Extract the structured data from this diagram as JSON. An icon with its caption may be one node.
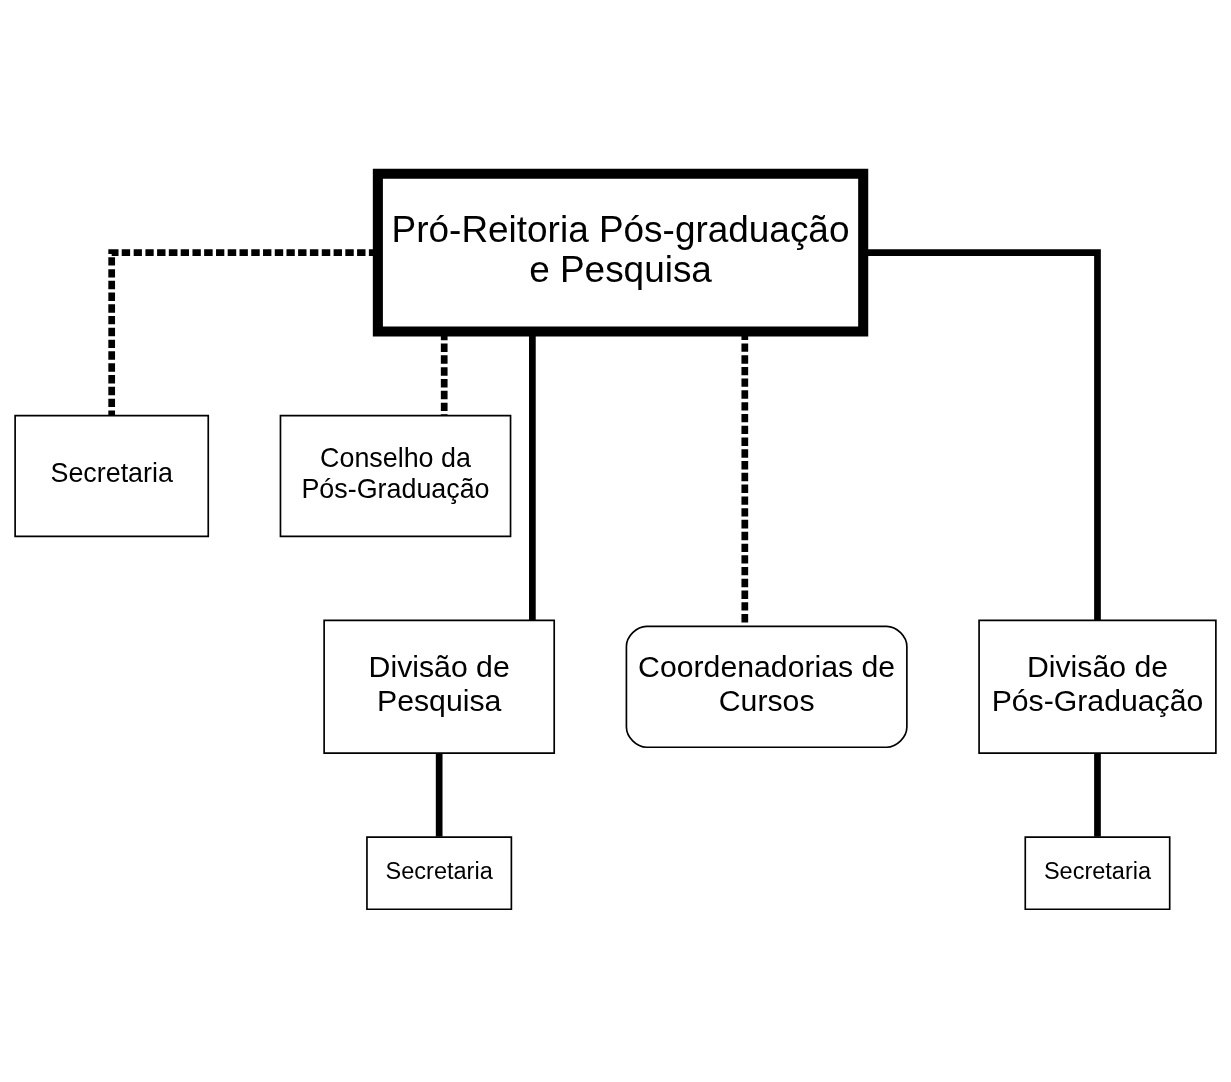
{
  "diagram": {
    "nodes": [
      {
        "text": [
          "Pró-Reitoria Pós-graduação e Pesquisa"
        ]
      },
      {
        "text": [
          "Secretaria"
        ]
      },
      {
        "text": [
          "Conselho da Pós-Graduação"
        ]
      },
      {
        "text": [
          "Divisão de Pesquisa"
        ]
      },
      {
        "text": [
          "Coordenadorias de Cursos"
        ]
      },
      {
        "text": [
          "Divisão de Pós-Graduação"
        ]
      },
      {
        "text": [
          "Secretaria"
        ]
      },
      {
        "text": [
          "Secretaria"
        ]
      }
    ],
    "edges": [
      {
        "from": 0,
        "to": 1,
        "arrow": "none",
        "style": "dashed"
      },
      {
        "from": 0,
        "to": 2,
        "arrow": "none",
        "style": "dashed"
      },
      {
        "from": 0,
        "to": 3,
        "arrow": "none"
      },
      {
        "from": 0,
        "to": 4,
        "arrow": "none",
        "style": "dashed"
      },
      {
        "from": 0,
        "to": 5,
        "arrow": "none"
      },
      {
        "from": 3,
        "to": 6,
        "arrow": "none"
      },
      {
        "from": 5,
        "to": 7,
        "arrow": "none"
      }
    ]
  }
}
